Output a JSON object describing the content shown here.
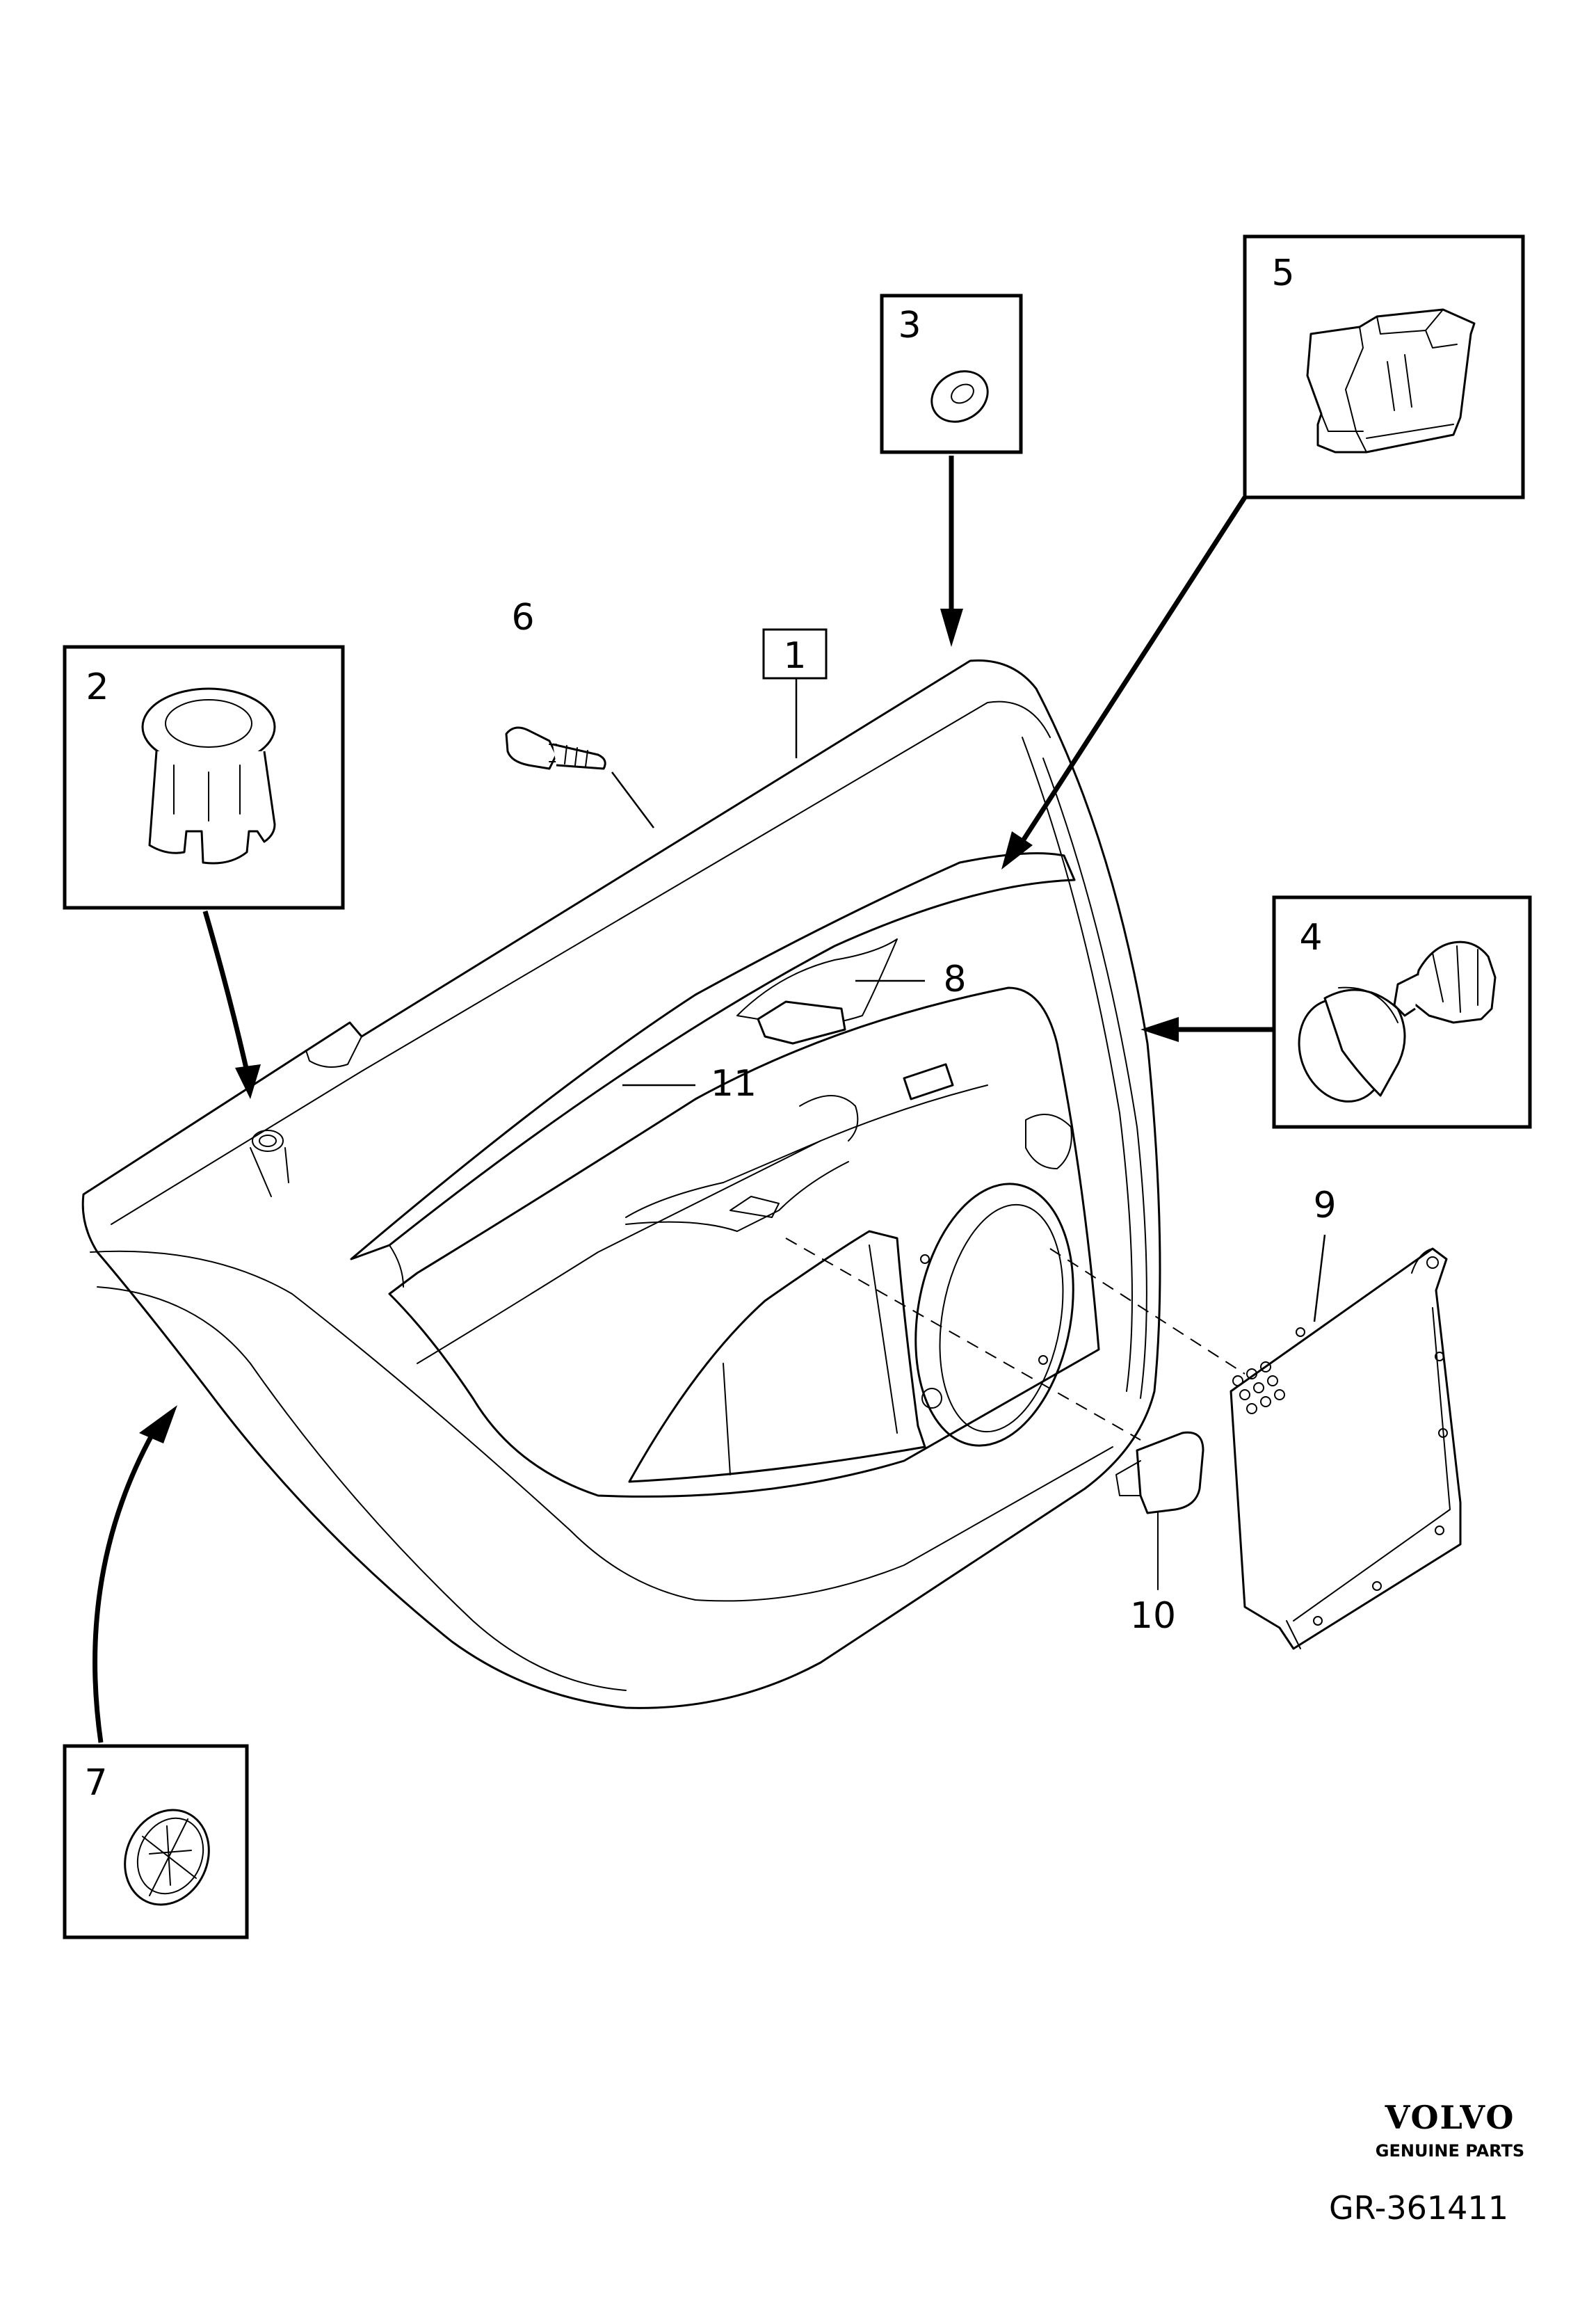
{
  "callouts": {
    "p1": "1",
    "p2": "2",
    "p3": "3",
    "p4": "4",
    "p5": "5",
    "p6": "6",
    "p7": "7",
    "p8": "8",
    "p9": "9",
    "p10": "10",
    "p11": "11"
  },
  "brand": {
    "name": "VOLVO",
    "tagline": "GENUINE PARTS"
  },
  "reference": "GR-361411"
}
